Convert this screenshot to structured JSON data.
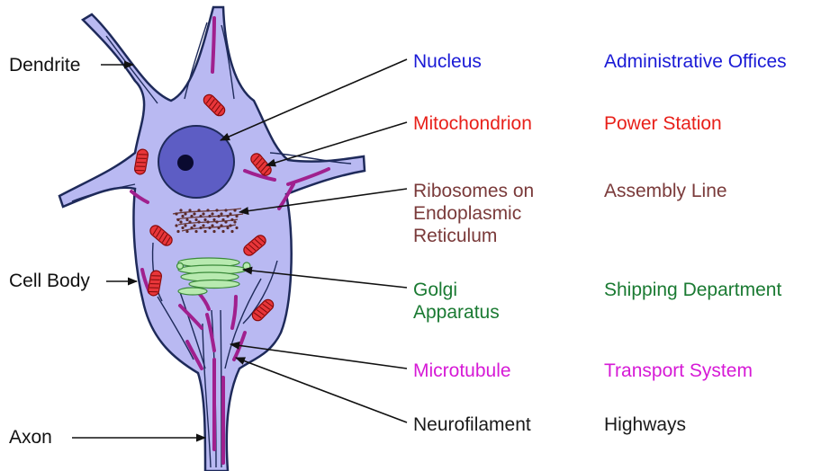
{
  "colors": {
    "cytoplasm": "#b9b9f2",
    "outline": "#1e2a5a",
    "nucleus": "#5d5dc4",
    "nucleolus": "#0a0a30",
    "mitochondria": "#e8363a",
    "microtubule": "#a0208e",
    "golgi": "#b8eab0",
    "er": "#6b3b3b"
  },
  "left_labels": {
    "dendrite": "Dendrite",
    "cell_body": "Cell Body",
    "axon": "Axon"
  },
  "organelles": [
    {
      "name": "Nucleus",
      "analogy": "Administrative Offices",
      "color": "#1a1ad6"
    },
    {
      "name": "Mitochondrion",
      "analogy": "Power Station",
      "color": "#e8201a"
    },
    {
      "name": "Ribosomes on\nEndoplasmic\nReticulum",
      "analogy": "Assembly Line",
      "color": "#7a3a3a"
    },
    {
      "name": "Golgi\nApparatus",
      "analogy": "Shipping Department",
      "color": "#1a7a32"
    },
    {
      "name": "Microtubule",
      "analogy": "Transport System",
      "color": "#d61ad6"
    },
    {
      "name": "Neurofilament",
      "analogy": "Highways",
      "color": "#1a1a1a"
    }
  ]
}
